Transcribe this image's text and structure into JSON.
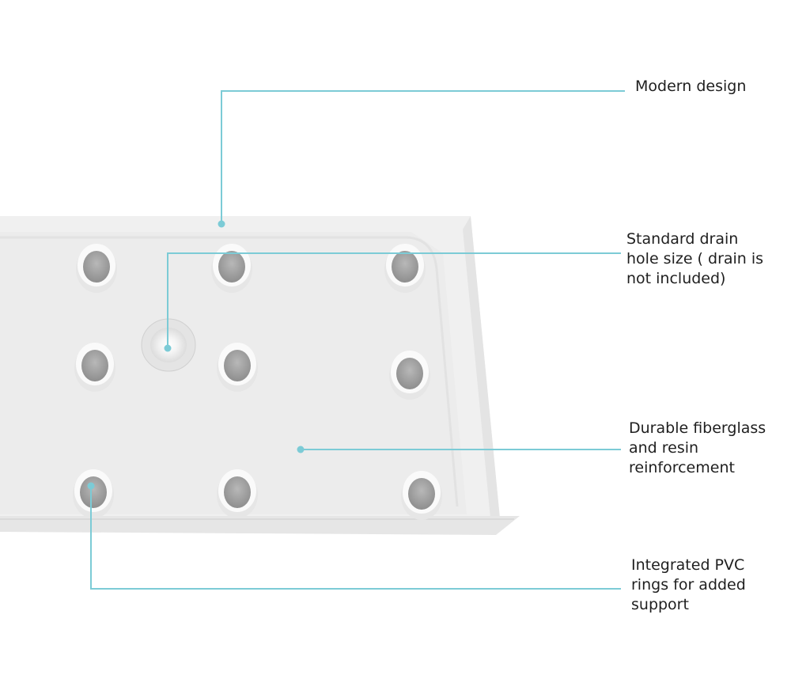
{
  "callouts": {
    "modern": {
      "lines": [
        "Modern design"
      ]
    },
    "drain": {
      "lines": [
        "Standard drain",
        "hole size ( drain is",
        "not included)"
      ]
    },
    "fiberglass": {
      "lines": [
        "Durable fiberglass",
        "and resin",
        "reinforcement"
      ]
    },
    "pvc": {
      "lines": [
        "Integrated PVC",
        "rings for added",
        "support"
      ]
    }
  },
  "colors": {
    "leader": "#7ccbd6",
    "text": "#1f1f1f"
  }
}
